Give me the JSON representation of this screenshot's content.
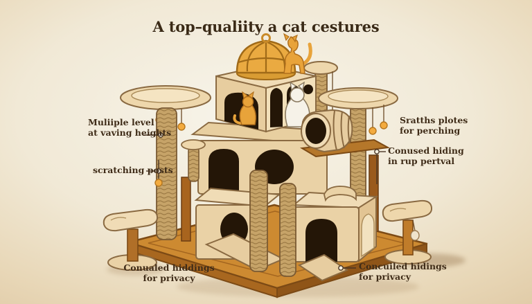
{
  "title": "A top–qualiity a cat cestures",
  "callouts": {
    "multiple_levels": {
      "line1": "Muliiple level",
      "line2": "at vaving heights"
    },
    "scratching_posts": {
      "line1": "scratching posts"
    },
    "scratch_plates": {
      "line1": "Sratths plotes",
      "line2": "for perching"
    },
    "enclosed_hiding": {
      "line1": "Conused hiding",
      "line2": "in rup pertval"
    },
    "concealed_hideaways_left": {
      "line1": "Conualed hiddings",
      "line2": "for privacy"
    },
    "concealed_hideaways_right": {
      "line1": "Concuiled hidings",
      "line2": "for privacy"
    }
  },
  "colors": {
    "background_center": "#f7f3e8",
    "background_edge": "#dcc49e",
    "title_text": "#3a2a16",
    "callout_text": "#3f2c18",
    "wood_base": "#cd8a31",
    "plush_fabric": "#ead2a6",
    "sisal_rope": "#c6a368",
    "cat_orange": "#e8a33a",
    "cat_white": "#f6f2e8",
    "toy_ball": "#f3ab3f",
    "opening_dark": "#241607"
  }
}
